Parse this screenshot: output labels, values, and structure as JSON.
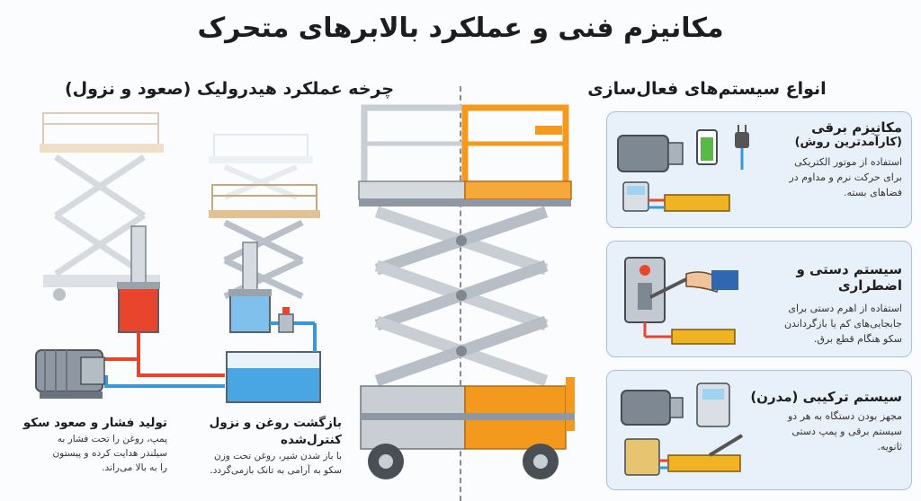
{
  "page": {
    "title": "مکانیزم فنی و عملکرد بالابرهای متحرک"
  },
  "activation": {
    "heading": "انواع سیستم‌های فعال‌سازی",
    "cards": [
      {
        "title": "مکانیزم برقی",
        "subtitle": "(کارآمدترین روش)",
        "lines": [
          "استفاده از موتور الکتریکی",
          "برای حرکت نرم و مداوم در",
          "فضاهای بسته."
        ]
      },
      {
        "title": "سیستم دستی و اضطراری",
        "subtitle": "",
        "lines": [
          "استفاده از اهرم دستی برای",
          "جابجایی‌های کم یا بازگرداندن",
          "سکو هنگام قطع برق."
        ]
      },
      {
        "title": "سیستم ترکیبی (مدرن)",
        "subtitle": "",
        "lines": [
          "مجهز بودن دستگاه به هر دو",
          "سیستم برقی و پمپ دستی",
          "ثانویه."
        ]
      }
    ]
  },
  "hydraulic": {
    "heading": "چرخه عملکرد هیدرولیک (صعود و نزول)",
    "steps": [
      {
        "title_lines": [
          "تولید فشار و صعود سکو"
        ],
        "lines": [
          "پمپ، روغن را تحت فشار به",
          "سیلندر هدایت کرده و پیستون",
          "را به بالا می‌راند."
        ]
      },
      {
        "title_lines": [
          "بازگشت روغن و نزول",
          "کنترل‌شده"
        ],
        "lines": [
          "با باز شدن شیر، روغن تحت وزن",
          "سکو به آرامی به تانک بازمی‌گردد."
        ]
      }
    ]
  },
  "colors": {
    "accent_orange": "#f39a1e",
    "steel_grey": "#c9ced4",
    "oil_red": "#e8452c",
    "oil_blue": "#3a98d8",
    "card_bg": "#e8f1fa"
  }
}
